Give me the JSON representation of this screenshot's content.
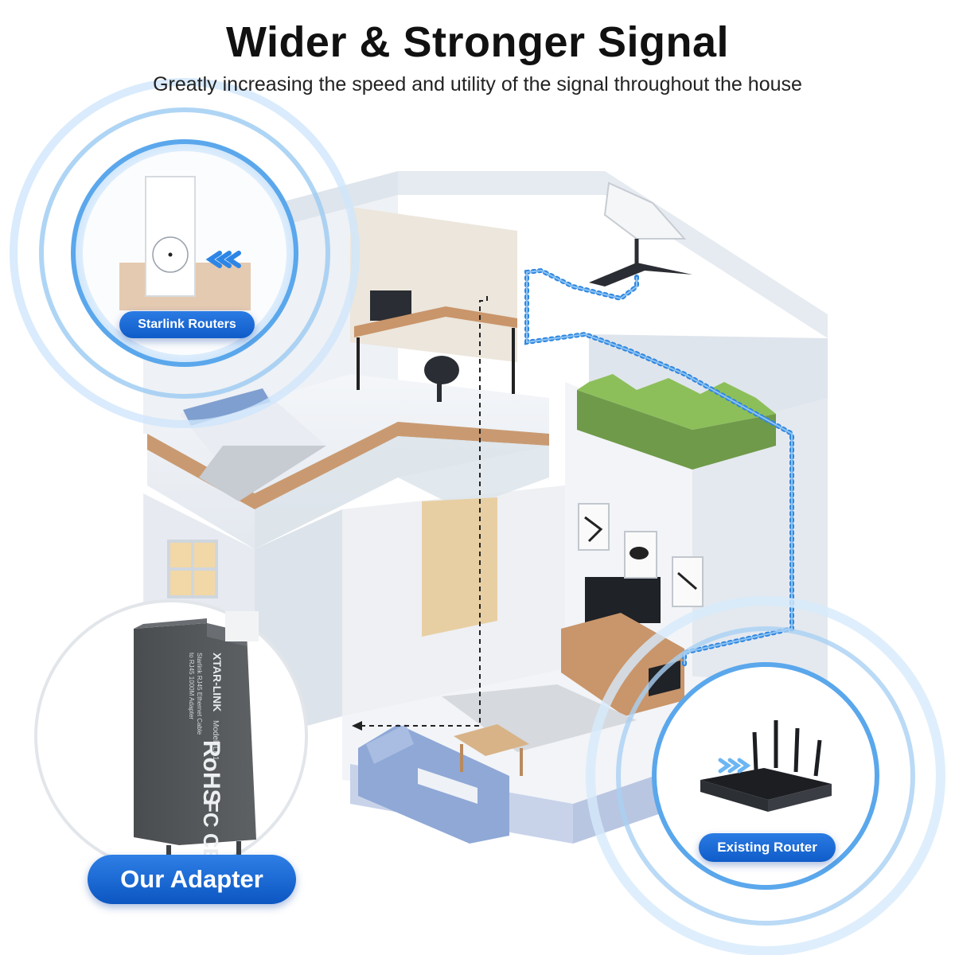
{
  "header": {
    "title": "Wider & Stronger Signal",
    "subtitle": "Greatly increasing the speed and utility of the signal throughout the house"
  },
  "callouts": {
    "starlink_router": "Starlink Routers",
    "existing_router": "Existing Router",
    "adapter": "Our Adapter"
  },
  "adapter_label": {
    "brand": "XTAR-LINK",
    "line1": "Starlink RJ45 Ethernet Cable",
    "line2": "to RJ45 1000M Adapter",
    "model": "Model: LB1",
    "rohs": "RoHS",
    "marks": "FC CE"
  },
  "colors": {
    "accent_blue": "#1565d8",
    "signal_ring": "#6fb8f0",
    "cable": "#2f86e0",
    "house_wall": "#e9edf3",
    "floor_wood": "#c9956a"
  }
}
